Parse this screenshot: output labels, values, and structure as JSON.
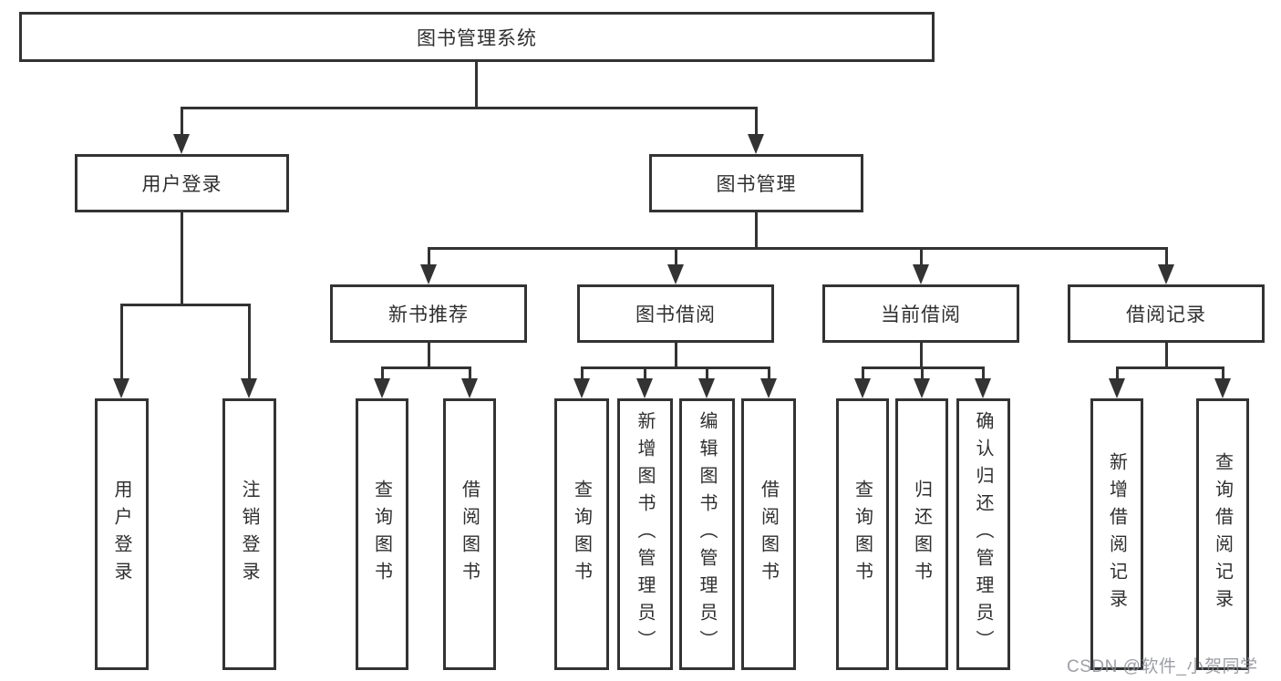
{
  "tree": {
    "root": {
      "label": "图书管理系统"
    },
    "branches": [
      {
        "label": "用户登录",
        "children": [
          {
            "label": "用户登录"
          },
          {
            "label": "注销登录"
          }
        ]
      },
      {
        "label": "图书管理",
        "groups": [
          {
            "label": "新书推荐",
            "children": [
              {
                "label": "查询图书"
              },
              {
                "label": "借阅图书"
              }
            ]
          },
          {
            "label": "图书借阅",
            "children": [
              {
                "label": "查询图书"
              },
              {
                "label": "新增图书（管理员）"
              },
              {
                "label": "编辑图书（管理员）"
              },
              {
                "label": "借阅图书"
              }
            ]
          },
          {
            "label": "当前借阅",
            "children": [
              {
                "label": "查询图书"
              },
              {
                "label": "归还图书"
              },
              {
                "label": "确认归还（管理员）"
              }
            ]
          },
          {
            "label": "借阅记录",
            "children": [
              {
                "label": "新增借阅记录"
              },
              {
                "label": "查询借阅记录"
              }
            ]
          }
        ]
      }
    ]
  },
  "watermark": {
    "text": "CSDN @软件_小贺同学"
  },
  "colors": {
    "line": "#333333",
    "text": "#2f2f2f",
    "box_background": "#ffffff",
    "background": "#ffffff",
    "watermark": "#8c8e96"
  }
}
